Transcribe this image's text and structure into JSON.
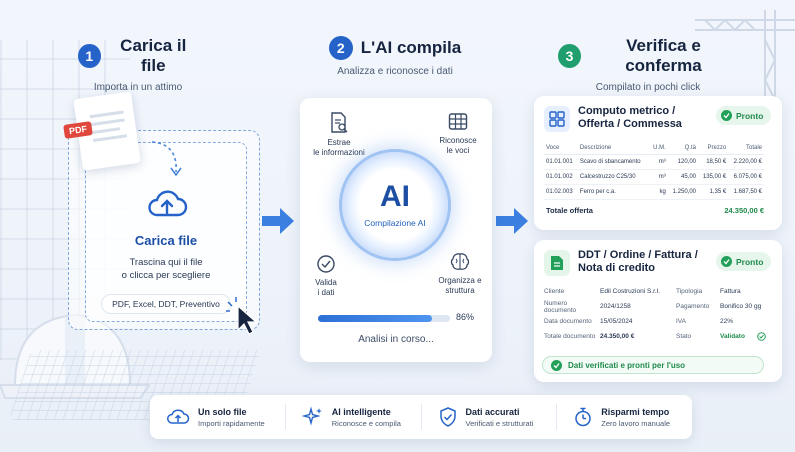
{
  "colors": {
    "blue": "#2563c9",
    "green": "#1f9e6e",
    "dark": "#16243f"
  },
  "steps": [
    {
      "number": "1",
      "title": "Carica il file",
      "subtitle": "Importa in un attimo"
    },
    {
      "number": "2",
      "title": "L'AI compila",
      "subtitle": "Analizza e riconosce i dati"
    },
    {
      "number": "3",
      "title": "Verifica e conferma",
      "subtitle": "Compilato in pochi click"
    }
  ],
  "upload": {
    "pdf_tag": "PDF",
    "title": "Carica file",
    "line1": "Trascina qui il file",
    "line2": "o clicca per scegliere",
    "types": "PDF, Excel, DDT, Preventivo"
  },
  "ai": {
    "logo": "AI",
    "label": "Compilazione AI",
    "features": [
      {
        "line1": "Estrae",
        "line2": "le informazioni",
        "icon": "document-search-icon"
      },
      {
        "line1": "Riconosce",
        "line2": "le voci",
        "icon": "table-icon"
      },
      {
        "line1": "Valida",
        "line2": "i dati",
        "icon": "check-circle-icon"
      },
      {
        "line1": "Organizza e",
        "line2": "struttura",
        "icon": "brain-icon"
      }
    ],
    "progress_value": 86,
    "progress_label": "86%",
    "status": "Analisi in corso..."
  },
  "offer_card": {
    "title_line1": "Computo metrico /",
    "title_line2": "Offerta / Commessa",
    "status": "Pronto",
    "columns": [
      "Voce",
      "Descrizione",
      "U.M.",
      "Q.tà",
      "Prezzo",
      "Totale"
    ],
    "rows": [
      [
        "01.01.001",
        "Scavo di sbancamento",
        "m³",
        "120,00",
        "18,50 €",
        "2.220,00 €"
      ],
      [
        "01.01.002",
        "Calcestruzzo C25/30",
        "m³",
        "45,00",
        "135,00 €",
        "6.075,00 €"
      ],
      [
        "01.02.003",
        "Ferro per c.a.",
        "kg",
        "1.250,00",
        "1,35 €",
        "1.687,50 €"
      ]
    ],
    "total_label": "Totale offerta",
    "total_value": "24.350,00 €"
  },
  "ddt_card": {
    "title_line1": "DDT / Ordine / Fattura /",
    "title_line2": "Nota di credito",
    "status": "Pronto",
    "left": [
      {
        "k": "Cliente",
        "v": "Edil Costruzioni S.r.l."
      },
      {
        "k": "Numero documento",
        "v": "2024/1258"
      },
      {
        "k": "Data documento",
        "v": "15/05/2024"
      },
      {
        "k": "Totale documento",
        "v": "24.350,00 €"
      }
    ],
    "right": [
      {
        "k": "Tipologia",
        "v": "Fattura"
      },
      {
        "k": "Pagamento",
        "v": "Bonifico 30 gg"
      },
      {
        "k": "IVA",
        "v": "22%"
      },
      {
        "k": "Stato",
        "v": "Validato"
      }
    ],
    "confirm": "Dati verificati e pronti per l'uso"
  },
  "bottom": [
    {
      "title": "Un solo file",
      "sub": "Importi rapidamente",
      "icon": "cloud-upload-icon"
    },
    {
      "title": "AI intelligente",
      "sub": "Riconosce e compila",
      "icon": "sparkle-icon"
    },
    {
      "title": "Dati accurati",
      "sub": "Verificati e strutturati",
      "icon": "shield-check-icon"
    },
    {
      "title": "Risparmi tempo",
      "sub": "Zero lavoro manuale",
      "icon": "stopwatch-icon"
    }
  ]
}
